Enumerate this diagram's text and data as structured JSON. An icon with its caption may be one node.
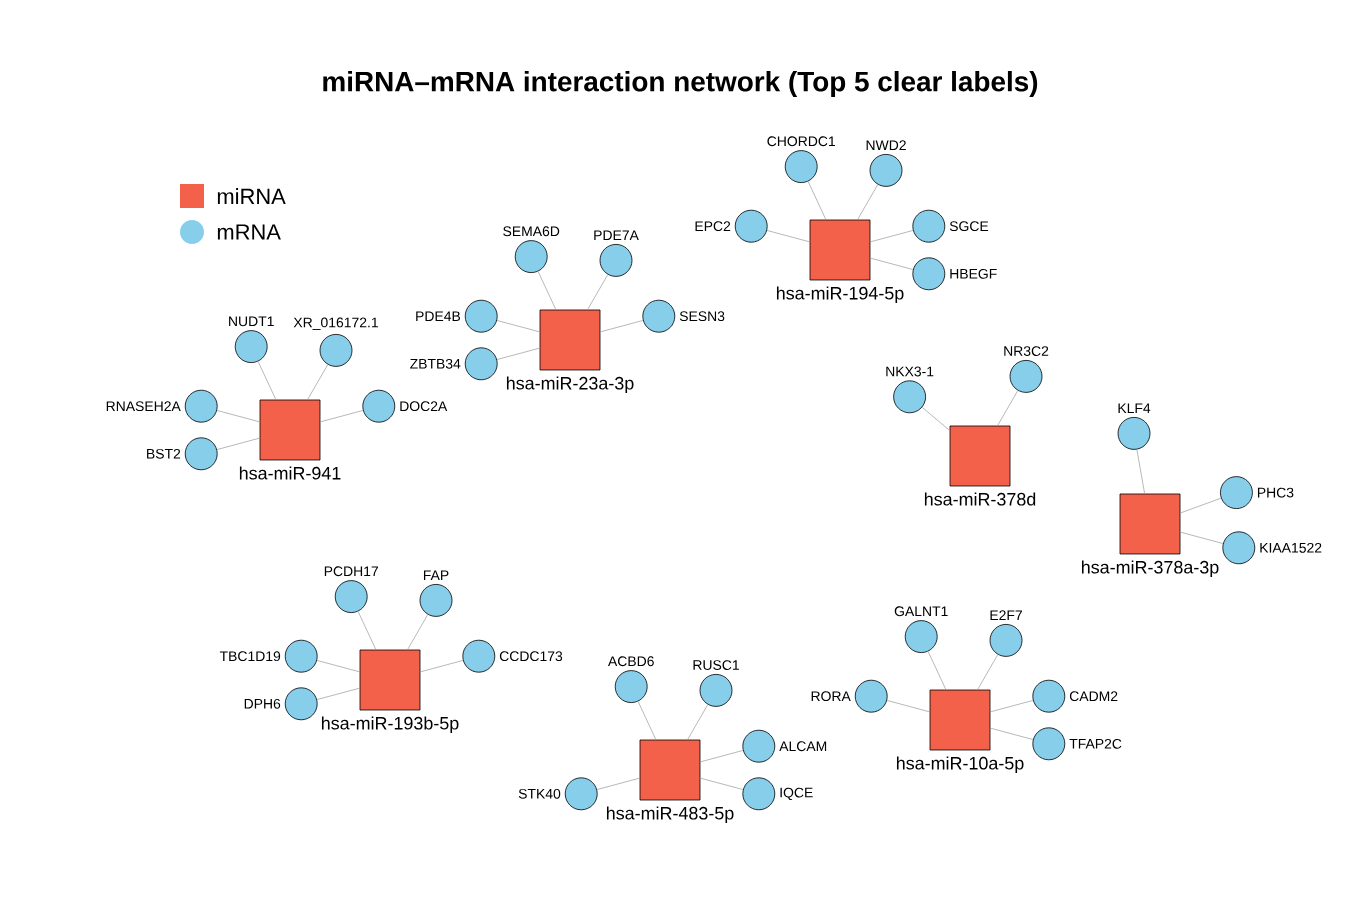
{
  "diagram": {
    "title": "miRNA–mRNA interaction network (Top 5 clear labels)",
    "nodes": [
      {
        "text": [
          "hsa-miR-194-5p"
        ]
      },
      {
        "text": [
          "CHORDC1"
        ]
      },
      {
        "text": [
          "EPC2"
        ]
      },
      {
        "text": [
          "NWD2"
        ]
      },
      {
        "text": [
          "SGCE"
        ]
      },
      {
        "text": [
          "HBEGF"
        ]
      },
      {
        "text": [
          "hsa-miR-23a-3p"
        ]
      },
      {
        "text": [
          "PDE7A"
        ]
      },
      {
        "text": [
          "SEMA6D"
        ]
      },
      {
        "text": [
          "SESN3"
        ]
      },
      {
        "text": [
          "PDE4B"
        ]
      },
      {
        "text": [
          "ZBTB34"
        ]
      },
      {
        "text": [
          "hsa-miR-941"
        ]
      },
      {
        "text": [
          "NUDT1"
        ]
      },
      {
        "text": [
          "XR_016172.1"
        ]
      },
      {
        "text": [
          "RNASEH2A"
        ]
      },
      {
        "text": [
          "DOC2A"
        ]
      },
      {
        "text": [
          "BST2"
        ]
      },
      {
        "text": [
          "hsa-miR-378d"
        ]
      },
      {
        "text": [
          "hsa-miR-378a-3p"
        ]
      },
      {
        "text": [
          "NR3C2"
        ]
      },
      {
        "text": [
          "NKX3-1"
        ]
      },
      {
        "text": [
          "KLF4"
        ]
      },
      {
        "text": [
          "PHC3"
        ]
      },
      {
        "text": [
          "KIAA1522"
        ]
      },
      {
        "text": [
          "hsa-miR-193b-5p"
        ]
      },
      {
        "text": [
          "FAP"
        ]
      },
      {
        "text": [
          "PCDH17"
        ]
      },
      {
        "text": [
          "CCDC173"
        ]
      },
      {
        "text": [
          "TBC1D19"
        ]
      },
      {
        "text": [
          "DPH6"
        ]
      },
      {
        "text": [
          "hsa-miR-10a-5p"
        ]
      },
      {
        "text": [
          "GALNT1"
        ]
      },
      {
        "text": [
          "E2F7"
        ]
      },
      {
        "text": [
          "RORA"
        ]
      },
      {
        "text": [
          "CADM2"
        ]
      },
      {
        "text": [
          "TFAP2C"
        ]
      },
      {
        "text": [
          "hsa-miR-483-5p"
        ]
      },
      {
        "text": [
          "ACBD6"
        ]
      },
      {
        "text": [
          "RUSC1"
        ]
      },
      {
        "text": [
          "STK40"
        ]
      },
      {
        "text": [
          "IQCE"
        ]
      },
      {
        "text": [
          "ALCAM"
        ]
      }
    ],
    "edges": [
      {
        "from": 0,
        "to": 1,
        "arrow": "none"
      },
      {
        "from": 0,
        "to": 2,
        "arrow": "none"
      },
      {
        "from": 0,
        "to": 3,
        "arrow": "none"
      },
      {
        "from": 0,
        "to": 4,
        "arrow": "none"
      },
      {
        "from": 0,
        "to": 5,
        "arrow": "none"
      },
      {
        "from": 6,
        "to": 7,
        "arrow": "none"
      },
      {
        "from": 6,
        "to": 8,
        "arrow": "none"
      },
      {
        "from": 6,
        "to": 9,
        "arrow": "none"
      },
      {
        "from": 6,
        "to": 10,
        "arrow": "none"
      },
      {
        "from": 6,
        "to": 11,
        "arrow": "none"
      },
      {
        "from": 12,
        "to": 13,
        "arrow": "none"
      },
      {
        "from": 12,
        "to": 14,
        "arrow": "none"
      },
      {
        "from": 12,
        "to": 15,
        "arrow": "none"
      },
      {
        "from": 12,
        "to": 16,
        "arrow": "none"
      },
      {
        "from": 12,
        "to": 17,
        "arrow": "none"
      },
      {
        "from": 18,
        "to": 20,
        "arrow": "none"
      },
      {
        "from": 18,
        "to": 21,
        "arrow": "none"
      },
      {
        "from": 19,
        "to": 22,
        "arrow": "none"
      },
      {
        "from": 19,
        "to": 23,
        "arrow": "none"
      },
      {
        "from": 19,
        "to": 24,
        "arrow": "none"
      },
      {
        "from": 25,
        "to": 26,
        "arrow": "none"
      },
      {
        "from": 25,
        "to": 27,
        "arrow": "none"
      },
      {
        "from": 25,
        "to": 28,
        "arrow": "none"
      },
      {
        "from": 25,
        "to": 29,
        "arrow": "none"
      },
      {
        "from": 25,
        "to": 30,
        "arrow": "none"
      },
      {
        "from": 31,
        "to": 32,
        "arrow": "none"
      },
      {
        "from": 31,
        "to": 33,
        "arrow": "none"
      },
      {
        "from": 31,
        "to": 34,
        "arrow": "none"
      },
      {
        "from": 31,
        "to": 35,
        "arrow": "none"
      },
      {
        "from": 31,
        "to": 36,
        "arrow": "none"
      },
      {
        "from": 37,
        "to": 38,
        "arrow": "none"
      },
      {
        "from": 37,
        "to": 39,
        "arrow": "none"
      },
      {
        "from": 37,
        "to": 40,
        "arrow": "none"
      },
      {
        "from": 37,
        "to": 41,
        "arrow": "none"
      },
      {
        "from": 37,
        "to": 42,
        "arrow": "none"
      }
    ],
    "legend": [
      {
        "text": "miRNA",
        "color": "#f4614a"
      },
      {
        "text": "mRNA",
        "color": "#87ceeb"
      }
    ]
  }
}
